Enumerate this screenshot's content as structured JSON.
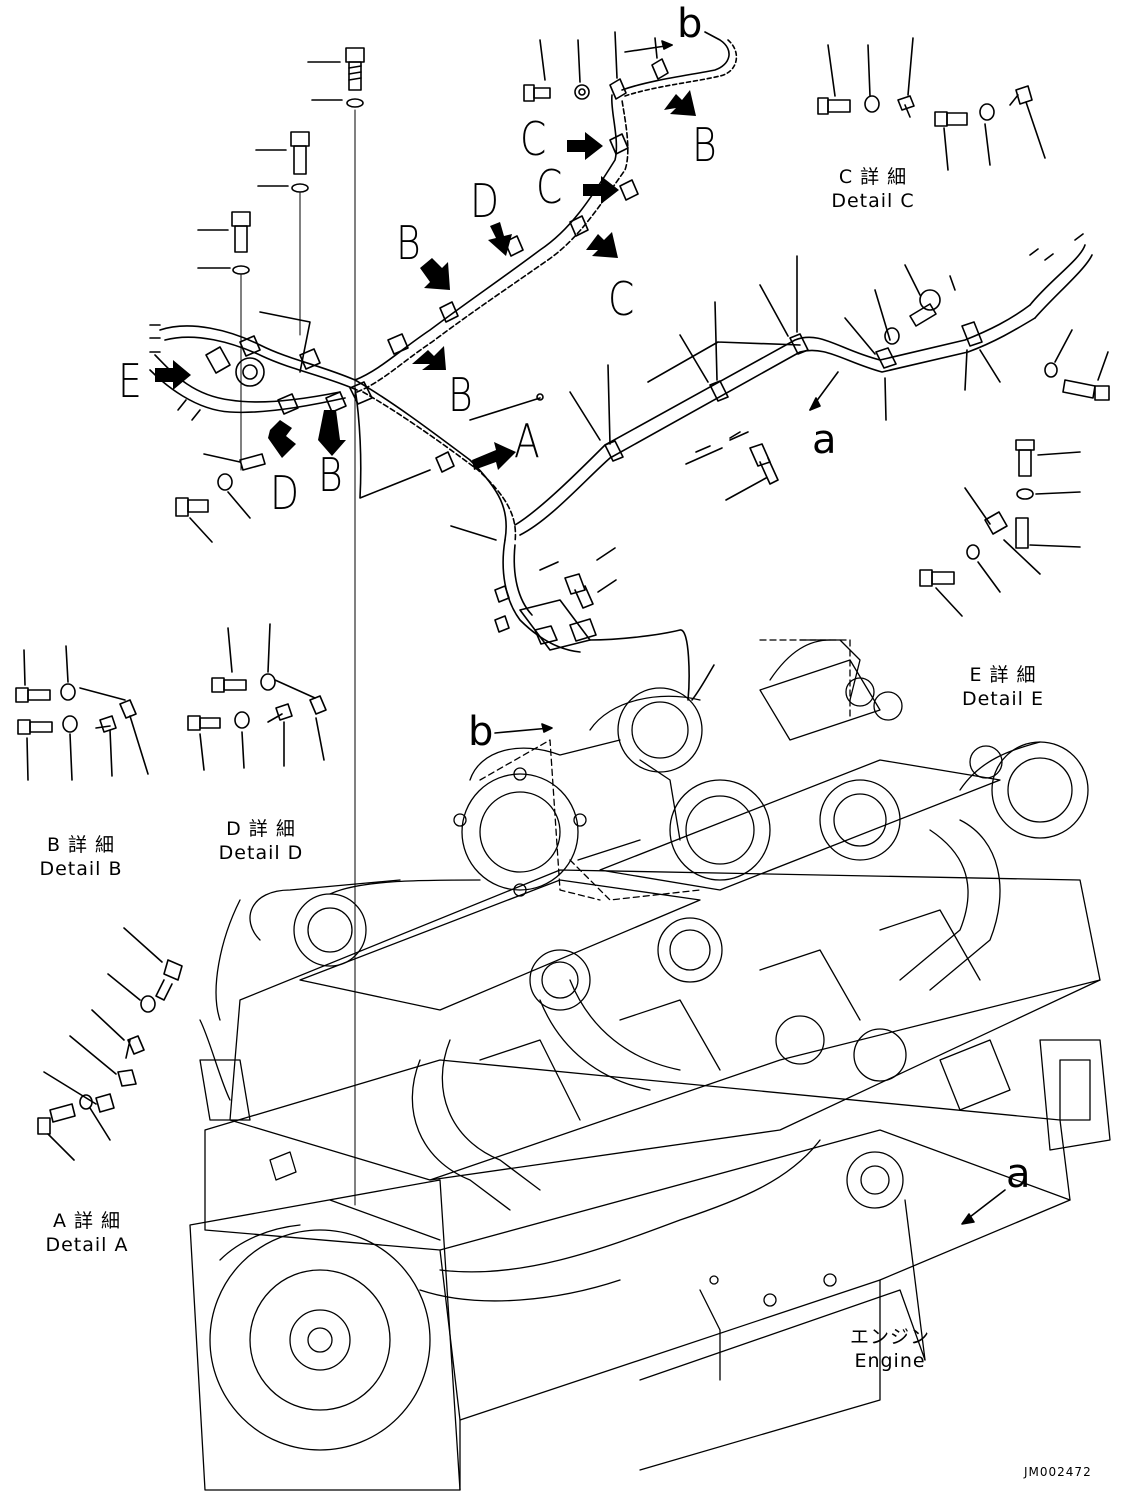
{
  "diagram": {
    "callouts": {
      "B": "B",
      "C": "C",
      "D": "D",
      "E": "E",
      "A": "A",
      "a": "a",
      "b": "b"
    },
    "details": {
      "C": {
        "jp": "C 詳 細",
        "en": "Detail C"
      },
      "E": {
        "jp": "E 詳 細",
        "en": "Detail E"
      },
      "B": {
        "jp": "B 詳 細",
        "en": "Detail B"
      },
      "D": {
        "jp": "D 詳 細",
        "en": "Detail D"
      },
      "A": {
        "jp": "A 詳 細",
        "en": "Detail A"
      }
    },
    "engine": {
      "jp": "エンジン",
      "en": "Engine"
    },
    "drawing_number": "JM002472"
  },
  "colors": {
    "line": "#000000",
    "background": "#ffffff"
  }
}
